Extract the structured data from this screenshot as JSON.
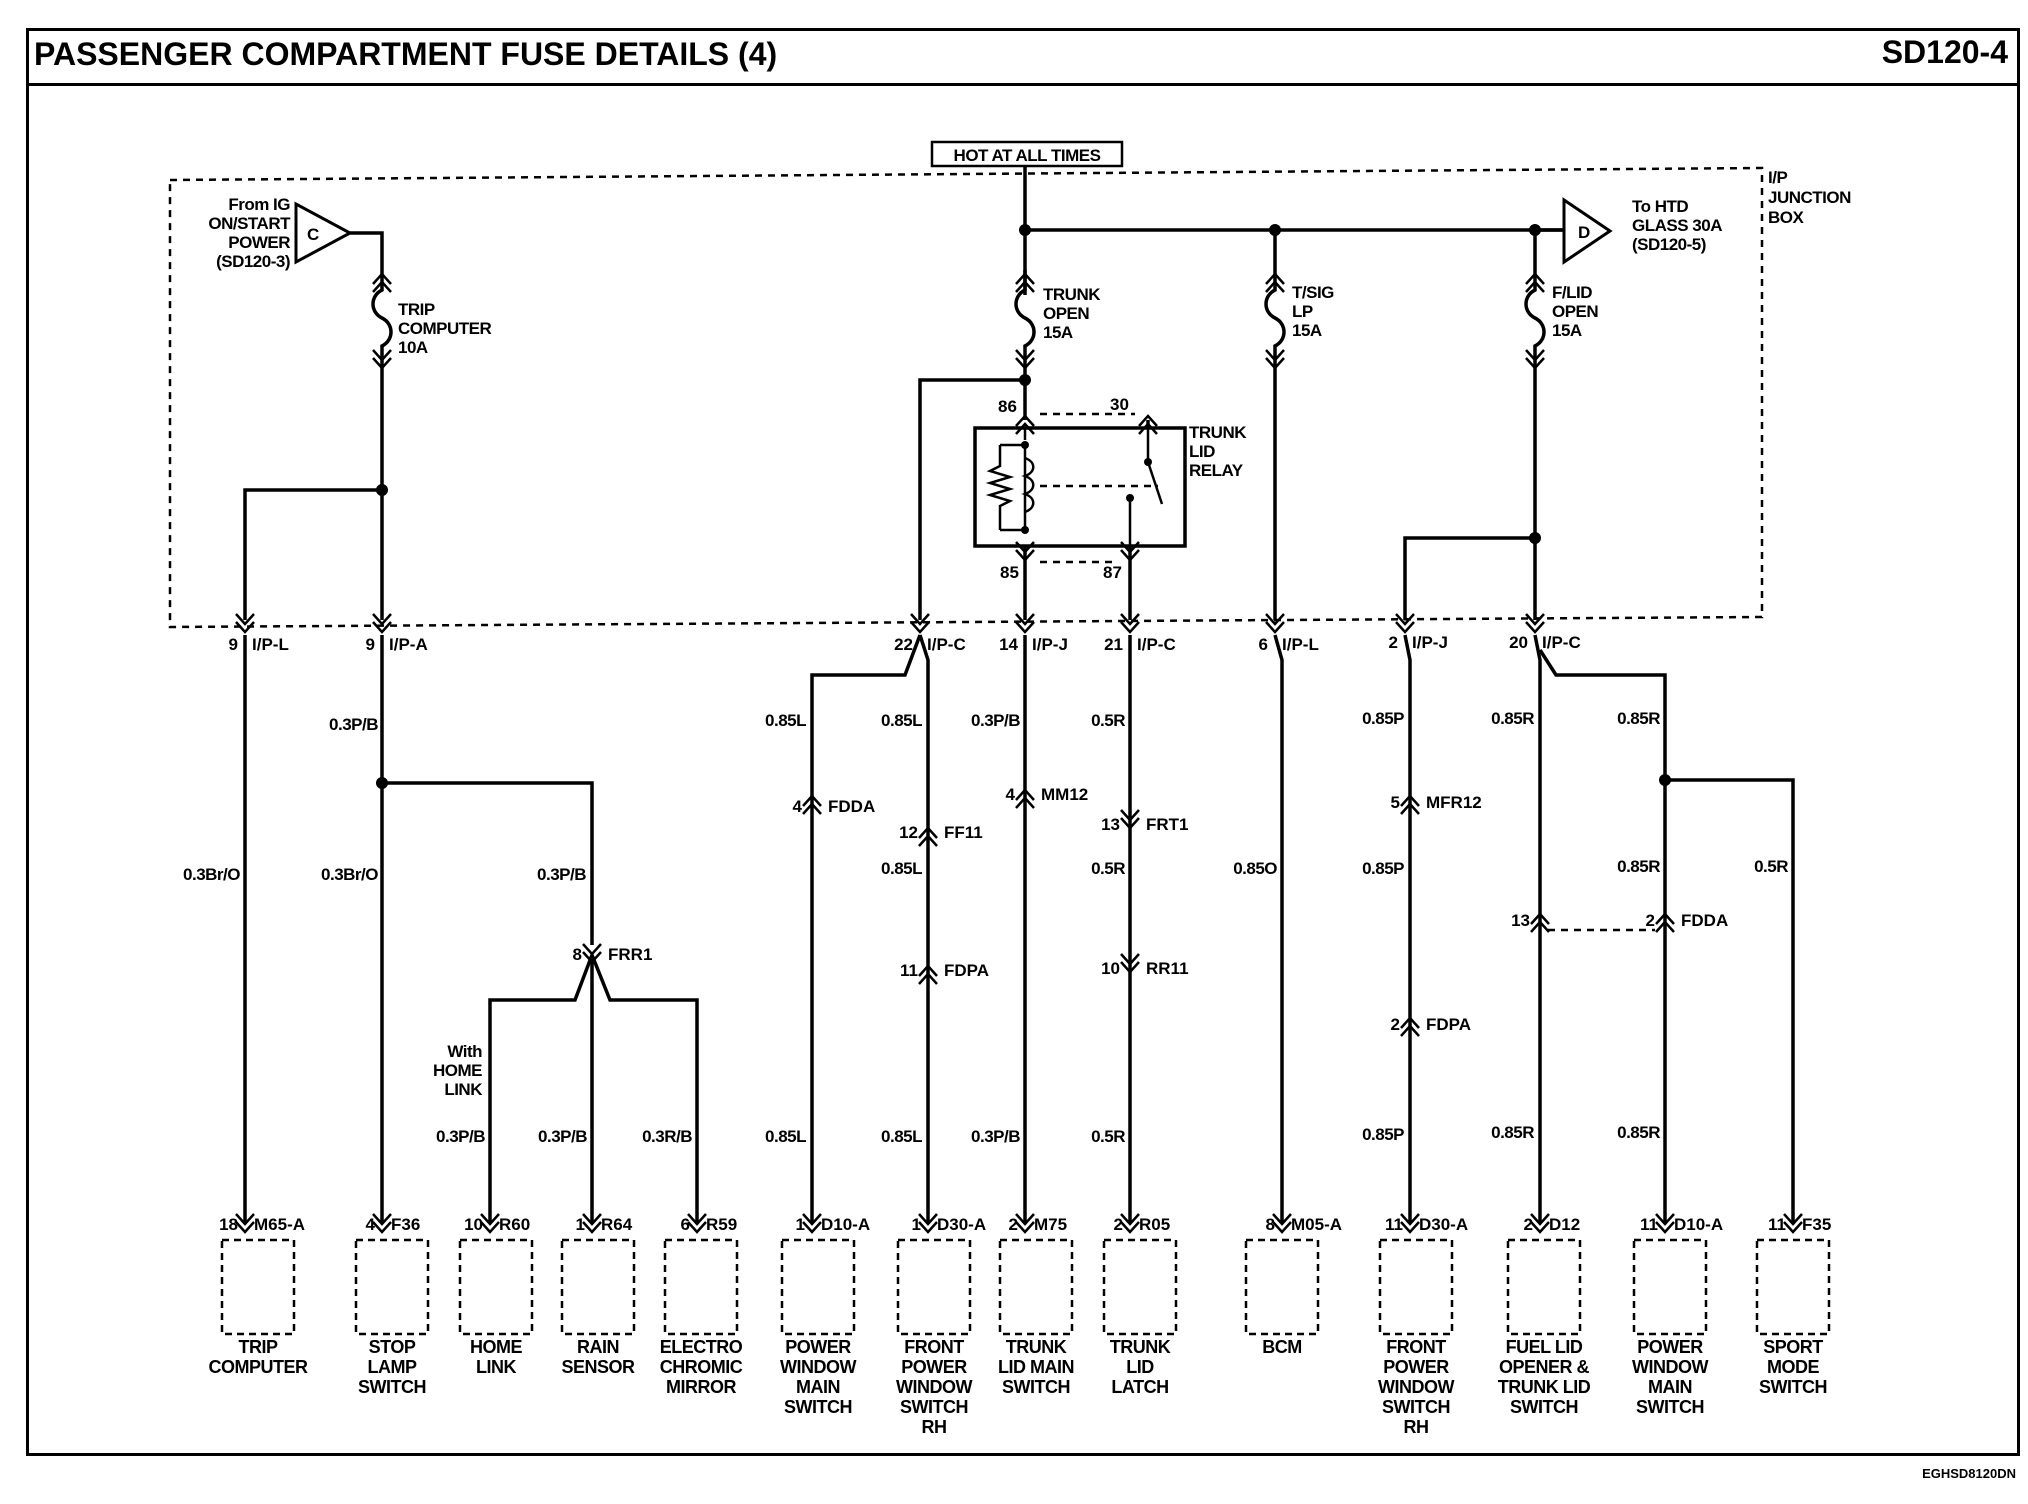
{
  "header": {
    "title": "PASSENGER COMPARTMENT FUSE DETAILS (4)",
    "page_code": "SD120-4"
  },
  "footer": {
    "diagram_id": "EGHSD8120DN"
  },
  "junction_box": {
    "name_lines": [
      "I/P",
      "JUNCTION",
      "BOX"
    ],
    "hot_label": "HOT AT ALL TIMES"
  },
  "refs": {
    "from_ig": {
      "letter": "C",
      "lines": [
        "From IG",
        "ON/START",
        "POWER",
        "(SD120-3)"
      ]
    },
    "to_htd": {
      "letter": "D",
      "lines": [
        "To HTD",
        "GLASS 30A",
        "(SD120-5)"
      ]
    }
  },
  "fuses": [
    {
      "id": "trip",
      "lines": [
        "TRIP",
        "COMPUTER",
        "10A"
      ]
    },
    {
      "id": "trunk",
      "lines": [
        "TRUNK",
        "OPEN",
        "15A"
      ]
    },
    {
      "id": "tsig",
      "lines": [
        "T/SIG",
        "LP",
        "15A"
      ]
    },
    {
      "id": "flid",
      "lines": [
        "F/LID",
        "OPEN",
        "15A"
      ]
    }
  ],
  "relay": {
    "name_lines": [
      "TRUNK",
      "LID",
      "RELAY"
    ],
    "pins": [
      "86",
      "30",
      "85",
      "87"
    ]
  },
  "jb_connectors": [
    {
      "pin": "9",
      "name": "I/P-L"
    },
    {
      "pin": "9",
      "name": "I/P-A"
    },
    {
      "pin": "22",
      "name": "I/P-C"
    },
    {
      "pin": "14",
      "name": "I/P-J"
    },
    {
      "pin": "21",
      "name": "I/P-C"
    },
    {
      "pin": "6",
      "name": "I/P-L"
    },
    {
      "pin": "2",
      "name": "I/P-J"
    },
    {
      "pin": "20",
      "name": "I/P-C"
    }
  ],
  "inline_connectors": [
    {
      "pin": "8",
      "name": "FRR1"
    },
    {
      "pin": "4",
      "name": "FDDA"
    },
    {
      "pin": "12",
      "name": "FF11"
    },
    {
      "pin": "11",
      "name": "FDPA"
    },
    {
      "pin": "4",
      "name": "MM12"
    },
    {
      "pin": "13",
      "name": "FRT1"
    },
    {
      "pin": "10",
      "name": "RR11"
    },
    {
      "pin": "5",
      "name": "MFR12"
    },
    {
      "pin": "2",
      "name": "FDPA"
    },
    {
      "pin": "13",
      "name": ""
    },
    {
      "pin": "2",
      "name": "FDDA"
    }
  ],
  "wire_labels": [
    "0.3P/B",
    "0.3Br/O",
    "0.3Br/O",
    "0.3P/B",
    "0.3P/B",
    "0.3P/B",
    "0.3R/B",
    "0.85L",
    "0.85L",
    "0.85L",
    "0.85L",
    "0.85L",
    "0.3P/B",
    "0.3P/B",
    "0.5R",
    "0.5R",
    "0.5R",
    "0.85O",
    "0.85P",
    "0.85P",
    "0.85P",
    "0.85R",
    "0.85R",
    "0.85R",
    "0.85R",
    "0.85R",
    "0.5R"
  ],
  "notes": {
    "home_link": [
      "With",
      "HOME",
      "LINK"
    ]
  },
  "components": [
    {
      "pin": "18",
      "conn": "M65-A",
      "lines": [
        "TRIP",
        "COMPUTER"
      ]
    },
    {
      "pin": "4",
      "conn": "F36",
      "lines": [
        "STOP",
        "LAMP",
        "SWITCH"
      ]
    },
    {
      "pin": "10",
      "conn": "R60",
      "lines": [
        "HOME",
        "LINK"
      ]
    },
    {
      "pin": "1",
      "conn": "R64",
      "lines": [
        "RAIN",
        "SENSOR"
      ]
    },
    {
      "pin": "6",
      "conn": "R59",
      "lines": [
        "ELECTRO",
        "CHROMIC",
        "MIRROR"
      ]
    },
    {
      "pin": "1",
      "conn": "D10-A",
      "lines": [
        "POWER",
        "WINDOW",
        "MAIN",
        "SWITCH"
      ]
    },
    {
      "pin": "1",
      "conn": "D30-A",
      "lines": [
        "FRONT",
        "POWER",
        "WINDOW",
        "SWITCH",
        "RH"
      ]
    },
    {
      "pin": "2",
      "conn": "M75",
      "lines": [
        "TRUNK",
        "LID MAIN",
        "SWITCH"
      ]
    },
    {
      "pin": "2",
      "conn": "R05",
      "lines": [
        "TRUNK",
        "LID",
        "LATCH"
      ]
    },
    {
      "pin": "8",
      "conn": "M05-A",
      "lines": [
        "BCM"
      ]
    },
    {
      "pin": "11",
      "conn": "D30-A",
      "lines": [
        "FRONT",
        "POWER",
        "WINDOW",
        "SWITCH",
        "RH"
      ]
    },
    {
      "pin": "2",
      "conn": "D12",
      "lines": [
        "FUEL LID",
        "OPENER &",
        "TRUNK LID",
        "SWITCH"
      ]
    },
    {
      "pin": "11",
      "conn": "D10-A",
      "lines": [
        "POWER",
        "WINDOW",
        "MAIN",
        "SWITCH"
      ]
    },
    {
      "pin": "11",
      "conn": "F35",
      "lines": [
        "SPORT",
        "MODE",
        "SWITCH"
      ]
    }
  ]
}
